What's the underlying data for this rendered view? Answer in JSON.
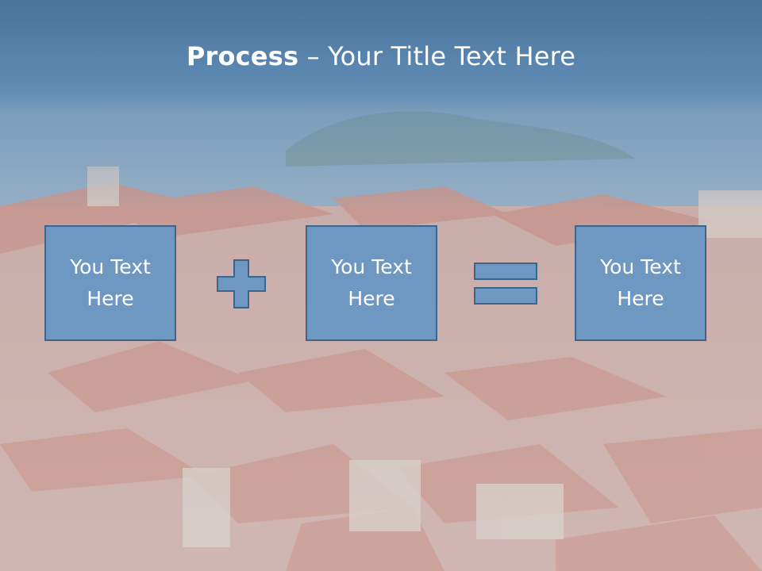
{
  "slide": {
    "title_bold": "Process",
    "title_rest": " – Your Title Text Here"
  },
  "process": {
    "boxes": [
      {
        "text": "You Text\nHere"
      },
      {
        "text": "You Text\nHere"
      },
      {
        "text": "You Text\nHere"
      }
    ],
    "operators": [
      "plus-icon",
      "equals-icon"
    ]
  },
  "colors": {
    "box_fill": "#6e97c1",
    "box_border": "#3e6589",
    "title_band": "#5b87b0",
    "text": "#ffffff"
  }
}
